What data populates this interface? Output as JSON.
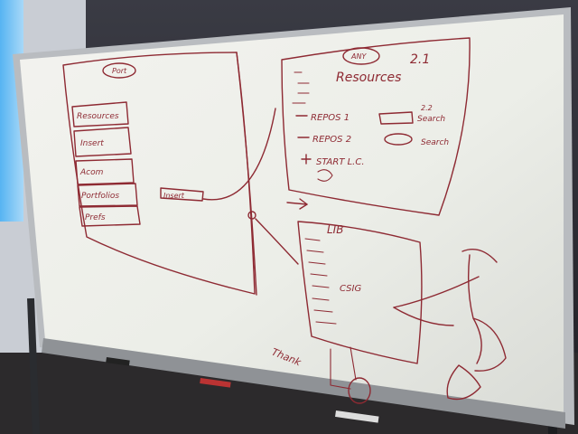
{
  "whiteboard": {
    "left_panel": {
      "header": "Port",
      "boxes": [
        "Resources",
        "Insert",
        "Acom",
        "Portfolios",
        "Prefs"
      ],
      "tag": "Insert"
    },
    "right_panel": {
      "badge": "ANY",
      "version": "2.1",
      "heading": "Resources",
      "rows": [
        {
          "label": "REPOS 1",
          "action": "Search"
        },
        {
          "label": "REPOS 2",
          "action": "Search"
        },
        {
          "label": "START L.C.",
          "action": ""
        }
      ],
      "corner_note": "2.2"
    },
    "lower_panel": {
      "heading": "LIB",
      "label": "CSIG"
    },
    "bottom_note": "Thank"
  },
  "colors": {
    "ink": "#8e2a33",
    "board": "#efefe9",
    "frame": "#b9bcc0",
    "wall": "#2a2a30"
  }
}
